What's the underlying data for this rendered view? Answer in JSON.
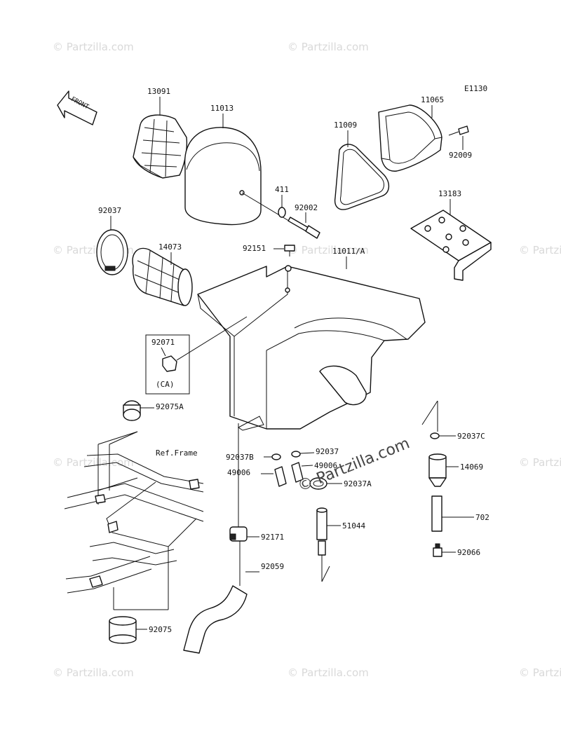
{
  "diagram": {
    "code": "E1130",
    "front_label": "FRONT",
    "ref_frame": "Ref.Frame",
    "ca_label": "(CA)",
    "watermark": "© Partzilla.com",
    "parts": [
      "13091",
      "11013",
      "11065",
      "11009",
      "92009",
      "411",
      "92002",
      "13183",
      "92037",
      "14073",
      "92151",
      "11011/A",
      "92071",
      "92075A",
      "92037B",
      "92037",
      "49006",
      "49006",
      "92037A",
      "92037C",
      "14069",
      "702",
      "92066",
      "51044",
      "92171",
      "92059",
      "92075"
    ]
  }
}
